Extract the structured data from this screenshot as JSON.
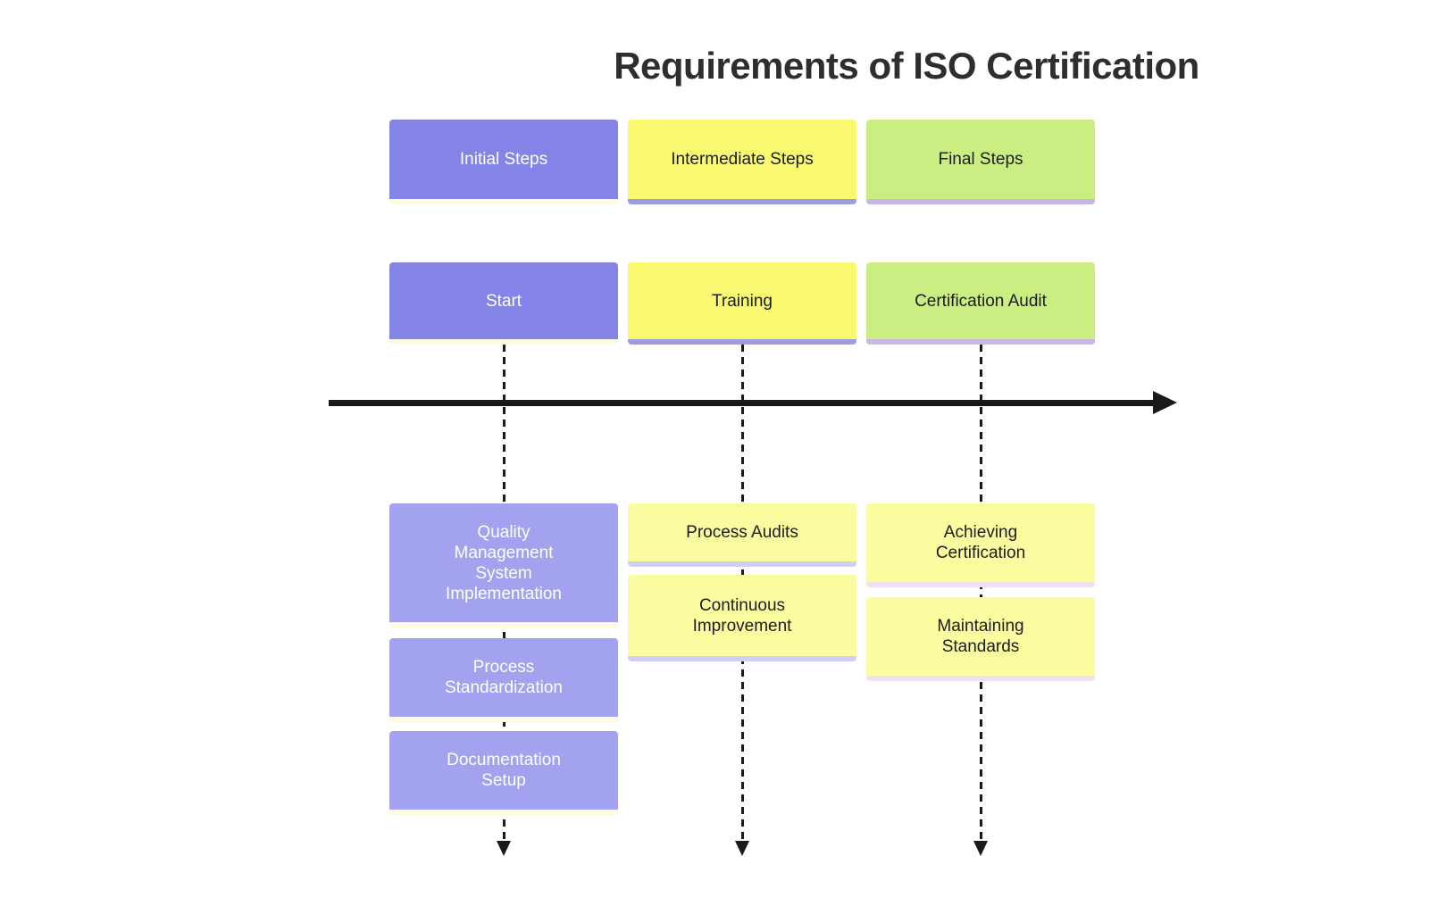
{
  "title": "Requirements of ISO Certification",
  "axis": {
    "color": "#1a1a1a"
  },
  "connector": {
    "color": "#1a1a1a"
  },
  "sections": [
    {
      "label": "Initial Steps",
      "period": "Start",
      "tasks": [
        "Quality Management System Implementation",
        "Process Standardization",
        "Documentation Setup"
      ],
      "colors": {
        "header_bg": "#8484e8",
        "header_text": "#ffffff",
        "header_shadow": "#fcfbe0",
        "period_bg": "#8484e8",
        "period_text": "#ffffff",
        "period_shadow": "#fcfbe0",
        "task_bg": "#a2a2ee",
        "task_text": "#ffffff",
        "task_shadow": "#fcfbe0"
      }
    },
    {
      "label": "Intermediate Steps",
      "period": "Training",
      "tasks": [
        "Process Audits",
        "Continuous Improvement"
      ],
      "colors": {
        "header_bg": "#f8f871",
        "header_text": "#1c1c1c",
        "header_shadow": "#9c9ce1",
        "period_bg": "#f8f871",
        "period_text": "#1c1c1c",
        "period_shadow": "#9c9ce1",
        "task_bg": "#fbfba0",
        "task_text": "#1c1c1c",
        "task_shadow": "#cfcff4"
      }
    },
    {
      "label": "Final Steps",
      "period": "Certification Audit",
      "tasks": [
        "Achieving Certification",
        "Maintaining Standards"
      ],
      "colors": {
        "header_bg": "#cbee82",
        "header_text": "#1c1c1c",
        "header_shadow": "#c7b5e6",
        "period_bg": "#cbee82",
        "period_text": "#1c1c1c",
        "period_shadow": "#c7b5e6",
        "task_bg": "#fbfba0",
        "task_text": "#1c1c1c",
        "task_shadow": "#f0e0f2"
      }
    }
  ]
}
